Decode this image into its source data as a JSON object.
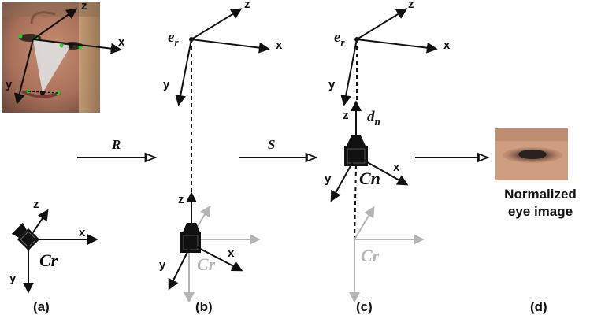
{
  "panels": {
    "a": {
      "caption": "(a)",
      "head_axes": {
        "x": "x",
        "y": "y",
        "z": "z"
      },
      "camera_axes": {
        "x": "x",
        "y": "y",
        "z": "z"
      },
      "camera_label": "Cr"
    },
    "b": {
      "caption": "(b)",
      "eye_label_base": "e",
      "eye_label_sub": "r",
      "eye_axes": {
        "x": "x",
        "y": "y",
        "z": "z"
      },
      "camera_axes": {
        "x": "x",
        "y": "y",
        "z": "z"
      },
      "ghost_camera_label": "Cr"
    },
    "c": {
      "caption": "(c)",
      "eye_label_base": "e",
      "eye_label_sub": "r",
      "eye_axes": {
        "x": "x",
        "y": "y",
        "z": "z"
      },
      "direction_label_base": "d",
      "direction_label_sub": "n",
      "camera_axes": {
        "x": "x",
        "y": "y",
        "z": "z"
      },
      "camera_label": "Cn",
      "ghost_camera_label": "Cr"
    },
    "d": {
      "caption": "(d)",
      "output_label_line1": "Normalized",
      "output_label_line2": "eye image"
    }
  },
  "transforms": {
    "rotation": "R",
    "scaling": "S"
  },
  "colors": {
    "line": "#111111",
    "ghost": "#b5b5b5",
    "landmark": "#22cc22",
    "triangle": "#dddddd"
  }
}
